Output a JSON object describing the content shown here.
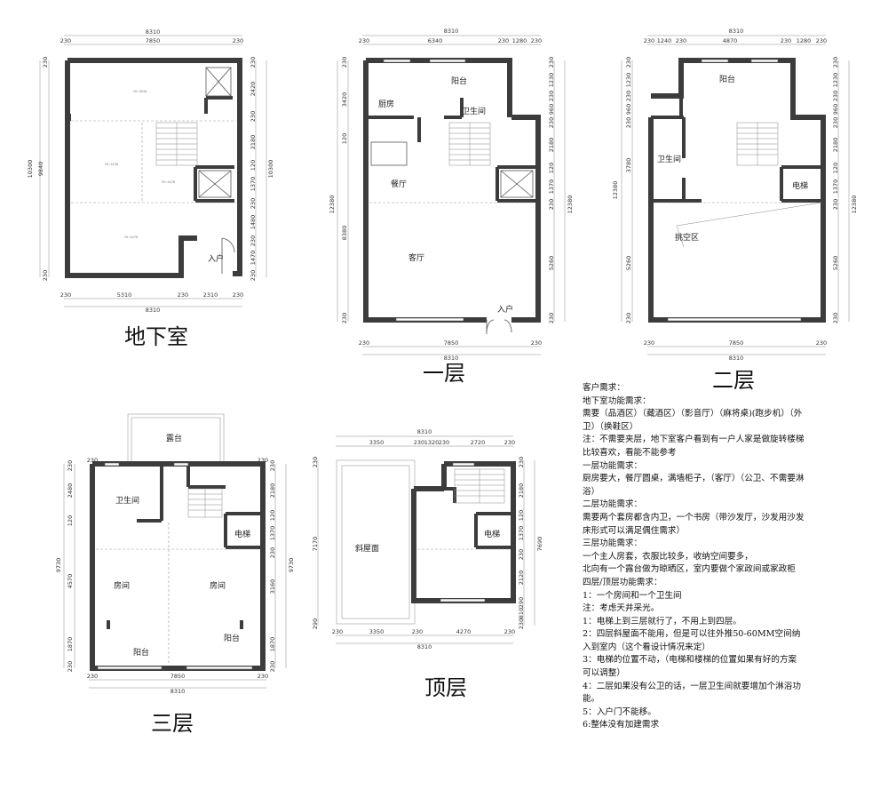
{
  "titles": {
    "basement": "地下室",
    "floor1": "一层",
    "floor2": "二层",
    "floor3": "三层",
    "top": "顶层"
  },
  "basement": {
    "dims_top": [
      "8310",
      "230",
      "7850",
      "230"
    ],
    "dims_bottom": [
      "230",
      "5310",
      "230",
      "2310",
      "230",
      "8310"
    ],
    "dims_left": [
      "230",
      "10300",
      "9840",
      "230"
    ],
    "dims_right": [
      "230",
      "2420",
      "230",
      "2180",
      "120",
      "1370",
      "230",
      "1480",
      "230",
      "1470",
      "230",
      "10300"
    ],
    "labels": {
      "entrance": "入户"
    }
  },
  "floor1": {
    "dims_top": [
      "8310",
      "230",
      "6340",
      "230",
      "1280",
      "230"
    ],
    "dims_bottom": [
      "230",
      "7850",
      "230",
      "8310"
    ],
    "dims_left": [
      "230",
      "3420",
      "120",
      "12380",
      "8380",
      "230"
    ],
    "dims_right": [
      "230",
      "1230",
      "230",
      "960",
      "230",
      "2180",
      "120",
      "1370",
      "230",
      "5260",
      "230",
      "12380"
    ],
    "rooms": {
      "kitchen": "厨房",
      "balcony": "阳台",
      "bathroom": "卫生间",
      "dining": "餐厅",
      "living": "客厅",
      "entrance": "入户"
    }
  },
  "floor2": {
    "dims_top": [
      "8310",
      "230",
      "1240",
      "230",
      "4870",
      "230",
      "1280",
      "230"
    ],
    "dims_bottom": [
      "230",
      "7850",
      "230",
      "8310"
    ],
    "dims_left": [
      "230",
      "1230",
      "230",
      "960",
      "230",
      "12380",
      "3780",
      "5260",
      "230"
    ],
    "dims_right": [
      "230",
      "1230",
      "230",
      "960",
      "230",
      "2180",
      "120",
      "1370",
      "230",
      "5260",
      "230",
      "12380"
    ],
    "rooms": {
      "balcony": "阳台",
      "bathroom": "卫生间",
      "elevator": "电梯",
      "void": "挑空区"
    }
  },
  "floor3": {
    "dims_top": [
      "230",
      "230"
    ],
    "dims_bottom": [
      "230",
      "7850",
      "230",
      "8310"
    ],
    "dims_left": [
      "230",
      "2480",
      "120",
      "9730",
      "4570",
      "1870",
      "230"
    ],
    "dims_right": [
      "230",
      "2180",
      "120",
      "1370",
      "230",
      "3160",
      "1870",
      "230",
      "9730"
    ],
    "rooms": {
      "terrace": "露台",
      "bathroom": "卫生间",
      "elevator": "电梯",
      "room_left": "房间",
      "room_right": "房间",
      "balcony_left": "阳台",
      "balcony_right": "阳台"
    }
  },
  "top": {
    "dims_top": [
      "8310",
      "3350",
      "230",
      "1320",
      "230",
      "2720",
      "230"
    ],
    "dims_bottom": [
      "230",
      "3350",
      "230",
      "4270",
      "230",
      "8310"
    ],
    "dims_left": [
      "230",
      "7170",
      "290"
    ],
    "dims_right": [
      "230",
      "2180",
      "120",
      "1370",
      "230",
      "2120",
      "290",
      "810",
      "230",
      "7690"
    ],
    "rooms": {
      "slope_roof": "斜屋面",
      "elevator": "电梯"
    }
  },
  "requirements": [
    "客户需求：",
    "地下室功能需求：",
    "需要（品酒区）（藏酒区）（影音厅）（麻将桌)(跑步机）（外卫）（换鞋区）",
    "注：不需要夹层，地下室客户看到有一户人家是做旋转楼梯比较喜欢，看能不能参考",
    "一层功能需求：",
    "厨房要大，餐厅圆桌，满墙柜子，（客厅）（公卫、不需要淋浴）",
    "二层功能需求：",
    "需要两个套房都含内卫，一个书房（带沙发厅，沙发用沙发床形式可以满足偶住需求）",
    "三层功能需求：",
    "一个主人房套，衣服比较多，收纳空间要多，",
    "北向有一个露台做为晾晒区，室内要做个家政间或家政柜",
    "四层/顶层功能需求：",
    "1：一个房间和一个卫生间",
    "注：考虑天井采光。",
    "1：电梯上到三层就行了，不用上到四层。",
    "2：四层斜屋面不能用，但是可以往外推50-60MM空间纳入到室内（这个看设计情况来定）",
    "3：电梯的位置不动，（电梯和楼梯的位置如果有好的方案可以调整）",
    "4：二层如果没有公卫的话，一层卫生间就要增加个淋浴功能。",
    "5：入户门不能移。",
    "6:整体没有加建需求"
  ],
  "colors": {
    "wall": "#3c3c3c",
    "line": "#555555",
    "paper": "#ffffff"
  }
}
